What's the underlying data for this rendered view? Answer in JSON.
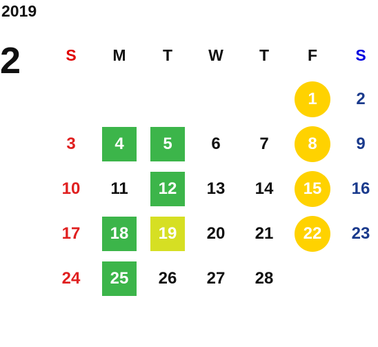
{
  "header": {
    "year": "2019",
    "month": "2"
  },
  "weekdays": [
    "S",
    "M",
    "T",
    "W",
    "T",
    "F",
    "S"
  ],
  "colors": {
    "sunday_header": "#e00000",
    "saturday_header": "#0000e0",
    "sunday_day": "#e02020",
    "saturday_day": "#1a3a8c",
    "green_highlight": "#3cb54a",
    "lime_highlight": "#d6df23",
    "gold_highlight": "#ffd200"
  },
  "weeks": [
    [
      {
        "day": "",
        "style": "empty"
      },
      {
        "day": "",
        "style": "empty"
      },
      {
        "day": "",
        "style": "empty"
      },
      {
        "day": "",
        "style": "empty"
      },
      {
        "day": "",
        "style": "empty"
      },
      {
        "day": "1",
        "style": "gold"
      },
      {
        "day": "2",
        "style": "sat"
      }
    ],
    [
      {
        "day": "3",
        "style": "sun"
      },
      {
        "day": "4",
        "style": "green"
      },
      {
        "day": "5",
        "style": "green"
      },
      {
        "day": "6",
        "style": "normal"
      },
      {
        "day": "7",
        "style": "normal"
      },
      {
        "day": "8",
        "style": "gold"
      },
      {
        "day": "9",
        "style": "sat"
      }
    ],
    [
      {
        "day": "10",
        "style": "sun"
      },
      {
        "day": "11",
        "style": "normal"
      },
      {
        "day": "12",
        "style": "green"
      },
      {
        "day": "13",
        "style": "normal"
      },
      {
        "day": "14",
        "style": "normal"
      },
      {
        "day": "15",
        "style": "gold"
      },
      {
        "day": "16",
        "style": "sat"
      }
    ],
    [
      {
        "day": "17",
        "style": "sun"
      },
      {
        "day": "18",
        "style": "green"
      },
      {
        "day": "19",
        "style": "lime"
      },
      {
        "day": "20",
        "style": "normal"
      },
      {
        "day": "21",
        "style": "normal"
      },
      {
        "day": "22",
        "style": "gold"
      },
      {
        "day": "23",
        "style": "sat"
      }
    ],
    [
      {
        "day": "24",
        "style": "sun"
      },
      {
        "day": "25",
        "style": "green"
      },
      {
        "day": "26",
        "style": "normal"
      },
      {
        "day": "27",
        "style": "normal"
      },
      {
        "day": "28",
        "style": "normal"
      },
      {
        "day": "",
        "style": "empty"
      },
      {
        "day": "",
        "style": "empty"
      }
    ]
  ]
}
